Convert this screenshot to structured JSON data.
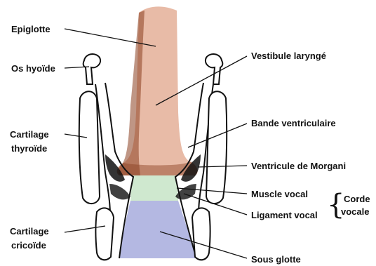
{
  "labels": {
    "epiglotte": "Epiglotte",
    "os_hyoide": "Os hyoïde",
    "cartilage_thyroide_line1": "Cartilage",
    "cartilage_thyroide_line2": "thyroïde",
    "cartilage_cricoide_line1": "Cartilage",
    "cartilage_cricoide_line2": "cricoïde",
    "vestibule_larynge": "Vestibule laryngé",
    "bande_ventriculaire": "Bande ventriculaire",
    "ventricule_de_morgani": "Ventricule de Morgani",
    "muscle_vocal": "Muscle vocal",
    "ligament_vocal": "Ligament vocal",
    "corde_vocale_line1": "Corde",
    "corde_vocale_line2": "vocale",
    "sous_glotte": "Sous glotte"
  },
  "colors": {
    "supraglottis": "#e8bba7",
    "supraglottis_shadow": "#8a3f20",
    "glottis": "#cfe8cf",
    "subglottis": "#b4b8e2",
    "ink": "#111111"
  }
}
